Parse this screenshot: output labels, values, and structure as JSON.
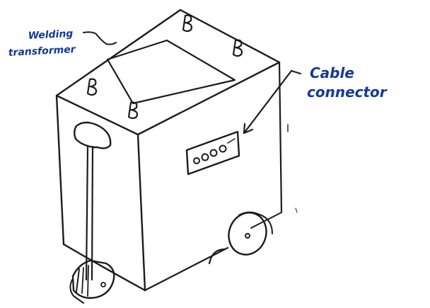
{
  "labels": {
    "welding_line1": "Welding",
    "welding_line2": "transformer",
    "cable_line1": "Cable",
    "cable_line2": "connector"
  },
  "colors": {
    "ink": "#1c1c1c",
    "label_ink": "#173a8c",
    "paper": "#ffffff"
  }
}
